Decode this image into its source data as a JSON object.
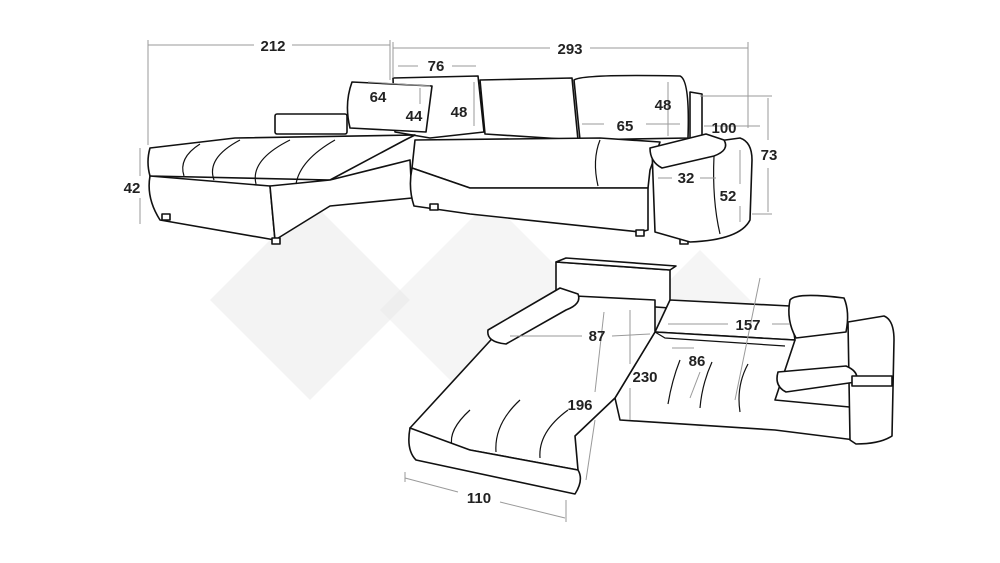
{
  "top_view": {
    "dims": {
      "left_width": "212",
      "right_width": "293",
      "armrest_depth": "76",
      "cushion_small_w": "64",
      "cushion_small_h": "44",
      "cushion_mid_h": "48",
      "cushion_big_h": "48",
      "cushion_big_w": "65",
      "depth": "100",
      "height_total": "73",
      "seat_height": "42",
      "arm_width": "32",
      "arm_height": "52"
    }
  },
  "bed_view": {
    "dims": {
      "bed_width": "157",
      "storage_depth": "87",
      "bed_depth": "86",
      "bed_length": "230",
      "chaise_length": "196",
      "chaise_width": "110"
    }
  }
}
